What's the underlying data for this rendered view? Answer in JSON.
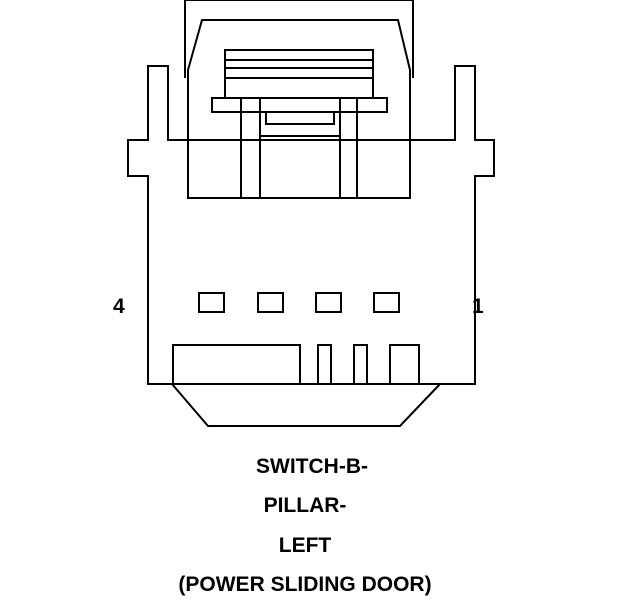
{
  "connector": {
    "pin_left": "4",
    "pin_right": "1",
    "title_lines": [
      "SWITCH-B-",
      "PILLAR-",
      "LEFT",
      "(POWER SLIDING DOOR)"
    ]
  }
}
